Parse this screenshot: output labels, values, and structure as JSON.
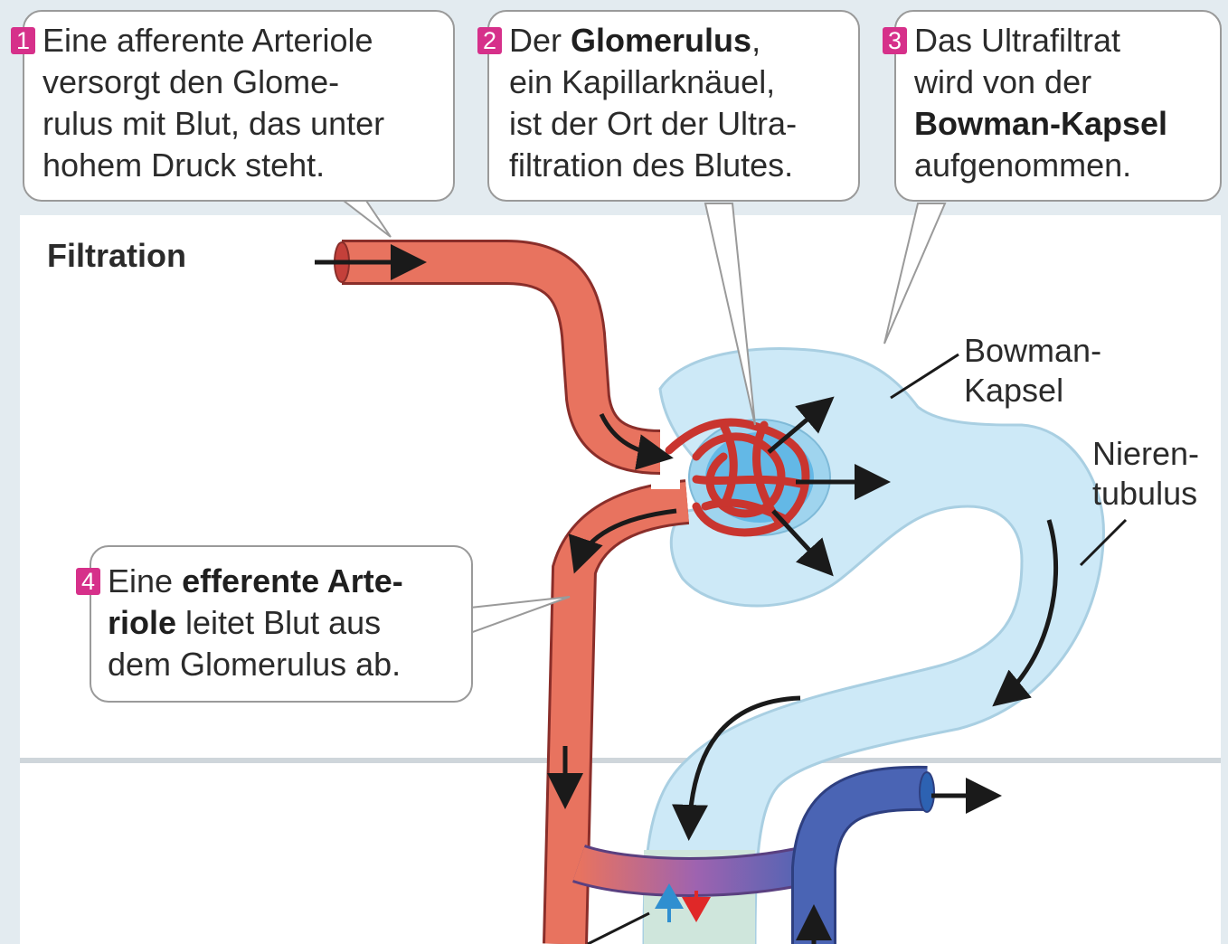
{
  "title": "Filtration",
  "callouts": [
    {
      "num": "1",
      "lines": [
        [
          {
            "t": "Eine afferente Arteriole",
            "b": false
          }
        ],
        [
          {
            "t": "versorgt den Glome-",
            "b": false
          }
        ],
        [
          {
            "t": "rulus mit Blut, das unter",
            "b": false
          }
        ],
        [
          {
            "t": "hohem Druck steht.",
            "b": false
          }
        ]
      ]
    },
    {
      "num": "2",
      "lines": [
        [
          {
            "t": "Der ",
            "b": false
          },
          {
            "t": "Glomerulus",
            "b": true
          },
          {
            "t": ",",
            "b": false
          }
        ],
        [
          {
            "t": "ein Kapillarknäuel,",
            "b": false
          }
        ],
        [
          {
            "t": "ist der Ort der Ultra-",
            "b": false
          }
        ],
        [
          {
            "t": "filtration des Blutes.",
            "b": false
          }
        ]
      ]
    },
    {
      "num": "3",
      "lines": [
        [
          {
            "t": "Das Ultrafiltrat",
            "b": false
          }
        ],
        [
          {
            "t": "wird von der",
            "b": false
          }
        ],
        [
          {
            "t": "Bowman-Kapsel",
            "b": true
          }
        ],
        [
          {
            "t": "aufgenommen.",
            "b": false
          }
        ]
      ]
    },
    {
      "num": "4",
      "lines": [
        [
          {
            "t": "Eine ",
            "b": false
          },
          {
            "t": "efferente Arte-",
            "b": true
          }
        ],
        [
          {
            "t": "riole",
            "b": true
          },
          {
            "t": " leitet Blut aus",
            "b": false
          }
        ],
        [
          {
            "t": "dem Glomerulus ab.",
            "b": false
          }
        ]
      ]
    }
  ],
  "labels": {
    "bowman_line1": "Bowman-",
    "bowman_line2": "Kapsel",
    "tubulus_line1": "Nieren-",
    "tubulus_line2": "tubulus"
  },
  "colors": {
    "artery": "#e8735f",
    "artery_dark": "#b8443a",
    "vein": "#4a64b4",
    "capsule": "#cde9f7",
    "capsule_edge": "#a9cfe2",
    "accent": "#d6308a"
  }
}
